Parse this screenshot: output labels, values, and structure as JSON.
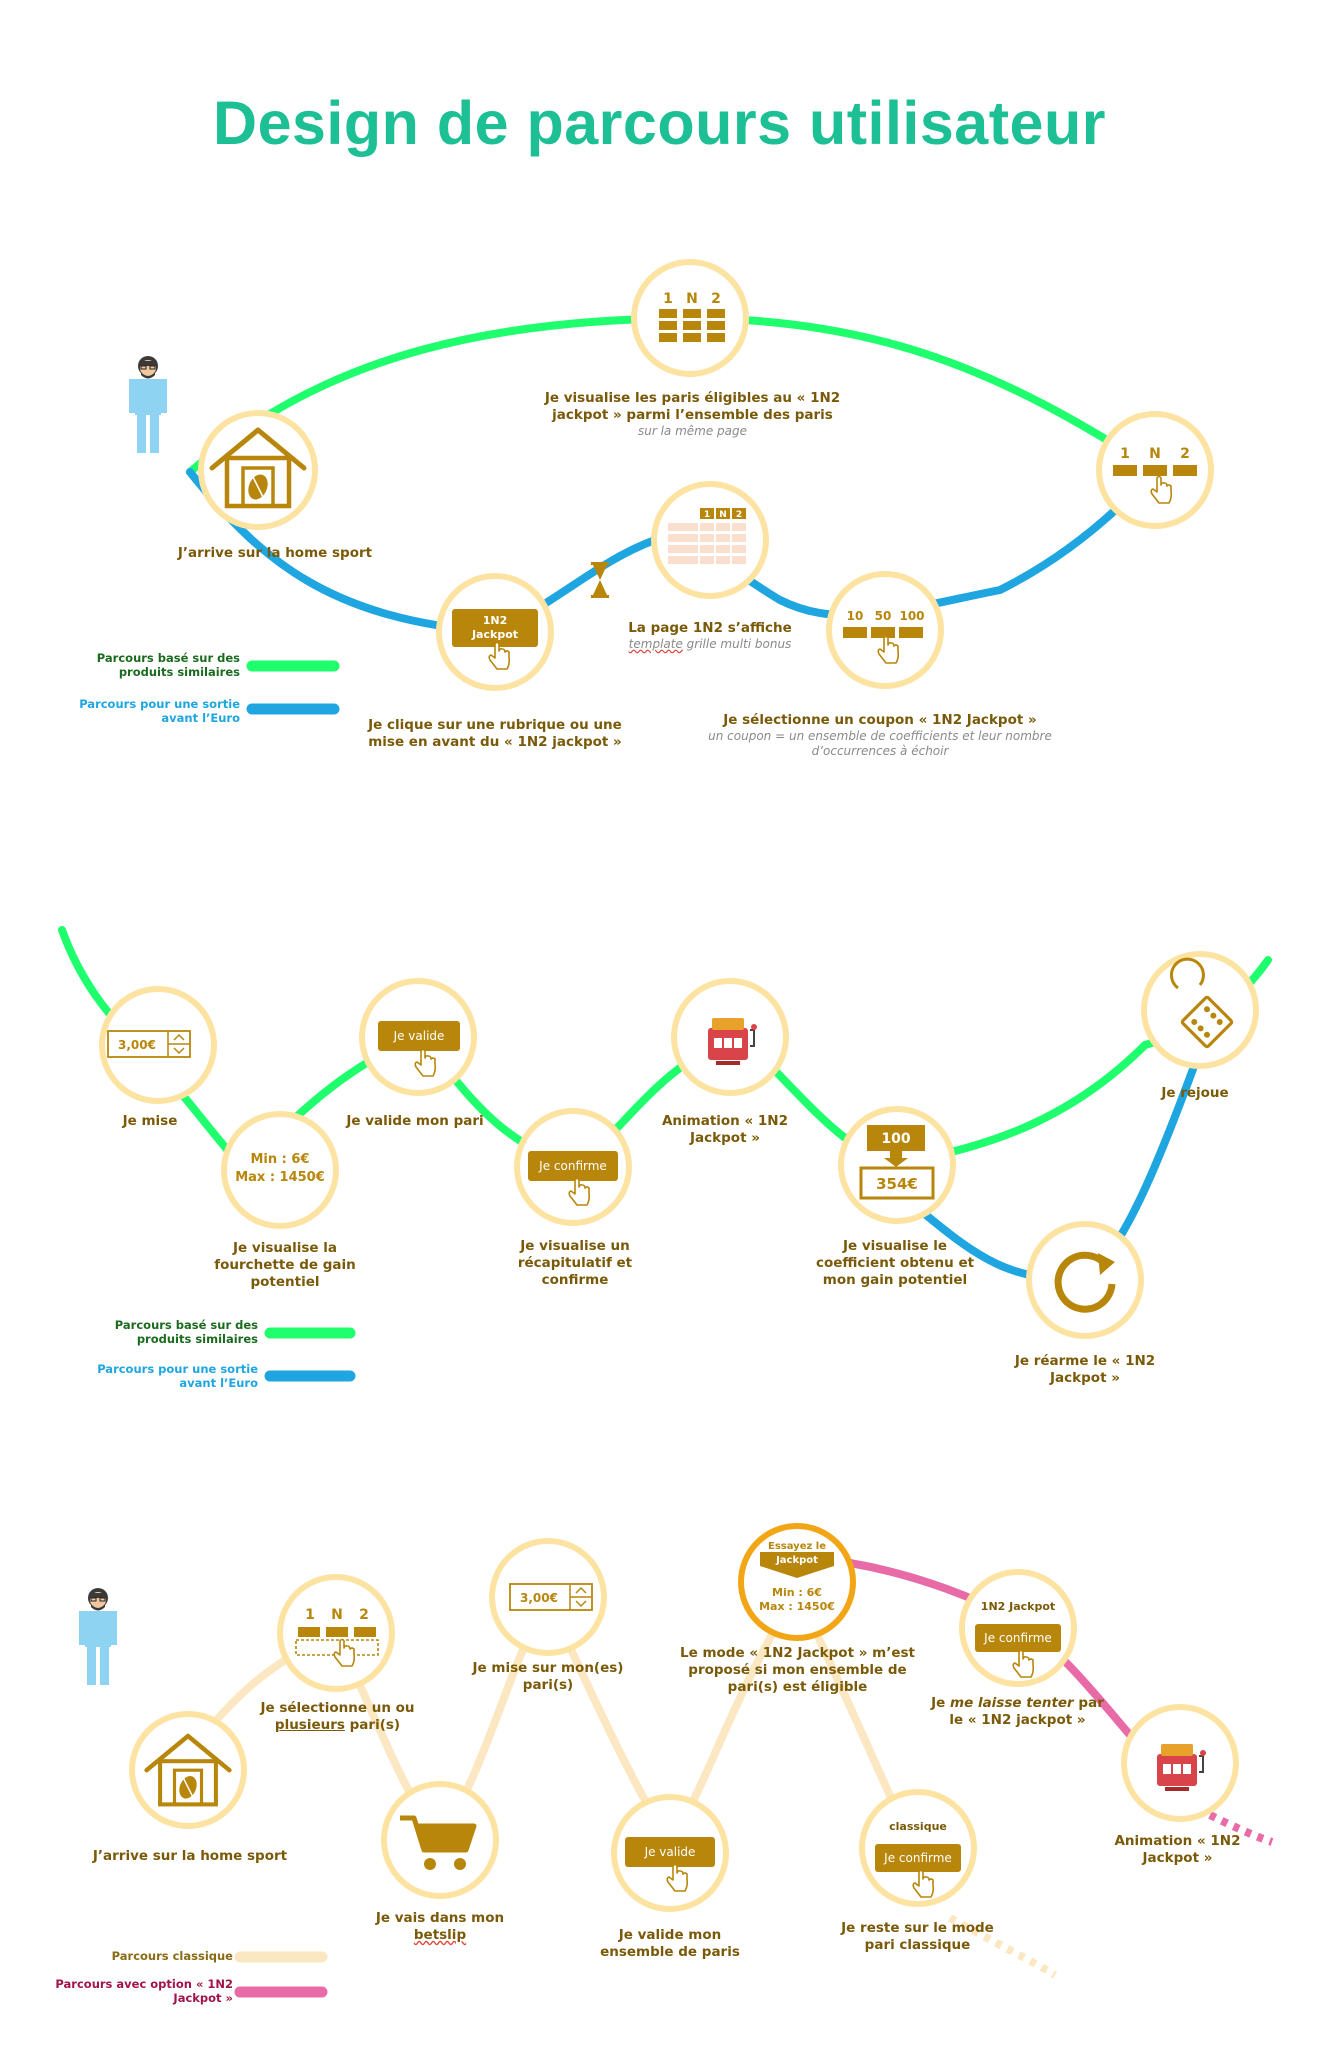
{
  "title": "Design de parcours utilisateur",
  "colors": {
    "accent_title": "#1dbf94",
    "green_path": "#1fff6e",
    "blue_path": "#1fa6e0",
    "cream_path": "#fbe8c2",
    "pink_path": "#e86aa6",
    "node_border": "#fde3a2",
    "node_border_highlight": "#f2a615",
    "icon_gold": "#b8860b",
    "label_brown": "#7a5a08",
    "legend_green": "#1b6b1f",
    "legend_blue": "#1fa6e0",
    "legend_classic": "#8a6a12",
    "legend_pink": "#a0144a",
    "person_blue": "#8fd3f2"
  },
  "section1": {
    "nodes": {
      "home": {
        "icon": "home-sport-icon",
        "label": "J’arrive sur la home sport"
      },
      "banner": {
        "icon": "jackpot-banner-click-icon",
        "icon_text": "1N2\nJackpot",
        "label": "Je clique sur une rubrique ou une mise en avant du « 1N2 jackpot »"
      },
      "eligible": {
        "icon": "bets-grid-icon",
        "grid_headers": [
          "1",
          "N",
          "2"
        ],
        "label": "Je visualise les paris éligibles au « 1N2 jackpot » parmi l’ensemble des paris",
        "sub": "sur la même page"
      },
      "page": {
        "icon": "multi-bonus-grid-icon",
        "grid_headers": [
          "1",
          "N",
          "2"
        ],
        "label": "La page 1N2 s’affiche",
        "sub_emphasis": "template",
        "sub_rest": " grille multi bonus"
      },
      "coupon": {
        "icon": "coupon-select-icon",
        "values": [
          "10",
          "50",
          "100"
        ],
        "label": "Je sélectionne un coupon « 1N2 Jackpot »",
        "sub": "un coupon = un ensemble de coefficients et leur nombre d’occurrences à échoir"
      },
      "select": {
        "icon": "pick-1n2-icon",
        "grid_headers": [
          "1",
          "N",
          "2"
        ]
      }
    },
    "legend": [
      {
        "label": "Parcours basé sur des produits similaires",
        "color": "#1fff6e"
      },
      {
        "label": "Parcours pour une sortie avant l’Euro",
        "color": "#1fa6e0"
      }
    ]
  },
  "section2": {
    "nodes": {
      "bet": {
        "icon": "stake-input-icon",
        "value": "3,00€",
        "label": "Je mise"
      },
      "range": {
        "icon": "range-text",
        "lines": [
          "Min : 6€",
          "Max : 1450€"
        ],
        "label": "Je visualise la fourchette de gain potentiel"
      },
      "validate": {
        "icon": "validate-button-icon",
        "button": "Je valide",
        "label": "Je valide mon pari"
      },
      "confirm": {
        "icon": "confirm-button-icon",
        "button": "Je confirme",
        "label": "Je visualise un récapitulatif et confirme"
      },
      "anim": {
        "icon": "slot-machine-icon",
        "label": "Animation « 1N2 Jackpot »"
      },
      "coef": {
        "icon": "coefficient-icon",
        "top": "100",
        "bottom": "354€",
        "label": "Je visualise le coefficient obtenu et mon gain potentiel"
      },
      "replay": {
        "icon": "dice-icon",
        "label": "Je rejoue"
      },
      "rearm": {
        "icon": "rearm-arrow-icon",
        "label": "Je réarme le « 1N2 Jackpot »"
      }
    },
    "legend": [
      {
        "label": "Parcours basé sur des produits similaires",
        "color": "#1fff6e"
      },
      {
        "label": "Parcours pour une sortie avant l’Euro",
        "color": "#1fa6e0"
      }
    ]
  },
  "section3": {
    "nodes": {
      "home": {
        "icon": "home-sport-icon",
        "label": "J’arrive sur la home sport"
      },
      "select": {
        "icon": "pick-1n2-icon",
        "grid_headers": [
          "1",
          "N",
          "2"
        ],
        "label_before": "Je sélectionne un ou ",
        "label_underline": "plusieurs",
        "label_after": " pari(s)"
      },
      "cart": {
        "icon": "cart-icon",
        "label_before": "Je vais dans mon ",
        "label_wavy": "betslip"
      },
      "stake": {
        "icon": "stake-input-icon",
        "value": "3,00€",
        "label": "Je mise sur mon(es) pari(s)"
      },
      "validate": {
        "icon": "validate-button-icon",
        "button": "Je valide",
        "label": "Je valide mon ensemble de paris"
      },
      "offer": {
        "icon": "jackpot-offer-icon",
        "lines": [
          "Essayez le",
          "Jackpot",
          "Min : 6€",
          "Max : 1450€"
        ],
        "label": "Le mode « 1N2 Jackpot » m’est proposé si mon ensemble de pari(s) est éligible"
      },
      "classic": {
        "icon": "confirm-button-icon",
        "caption": "classique",
        "button": "Je confirme",
        "label": "Je reste sur le mode pari classique"
      },
      "jackpot": {
        "icon": "confirm-button-icon",
        "caption": "1N2 Jackpot",
        "button": "Je confirme",
        "label_before": "Je ",
        "label_em": "me laisse tenter",
        "label_after": " par le « 1N2 jackpot »"
      },
      "anim": {
        "icon": "slot-machine-icon",
        "label": "Animation « 1N2 Jackpot »"
      }
    },
    "legend": [
      {
        "label": "Parcours classique",
        "color": "#fbe8c2"
      },
      {
        "label": "Parcours avec option « 1N2 Jackpot »",
        "color": "#e86aa6"
      }
    ]
  }
}
